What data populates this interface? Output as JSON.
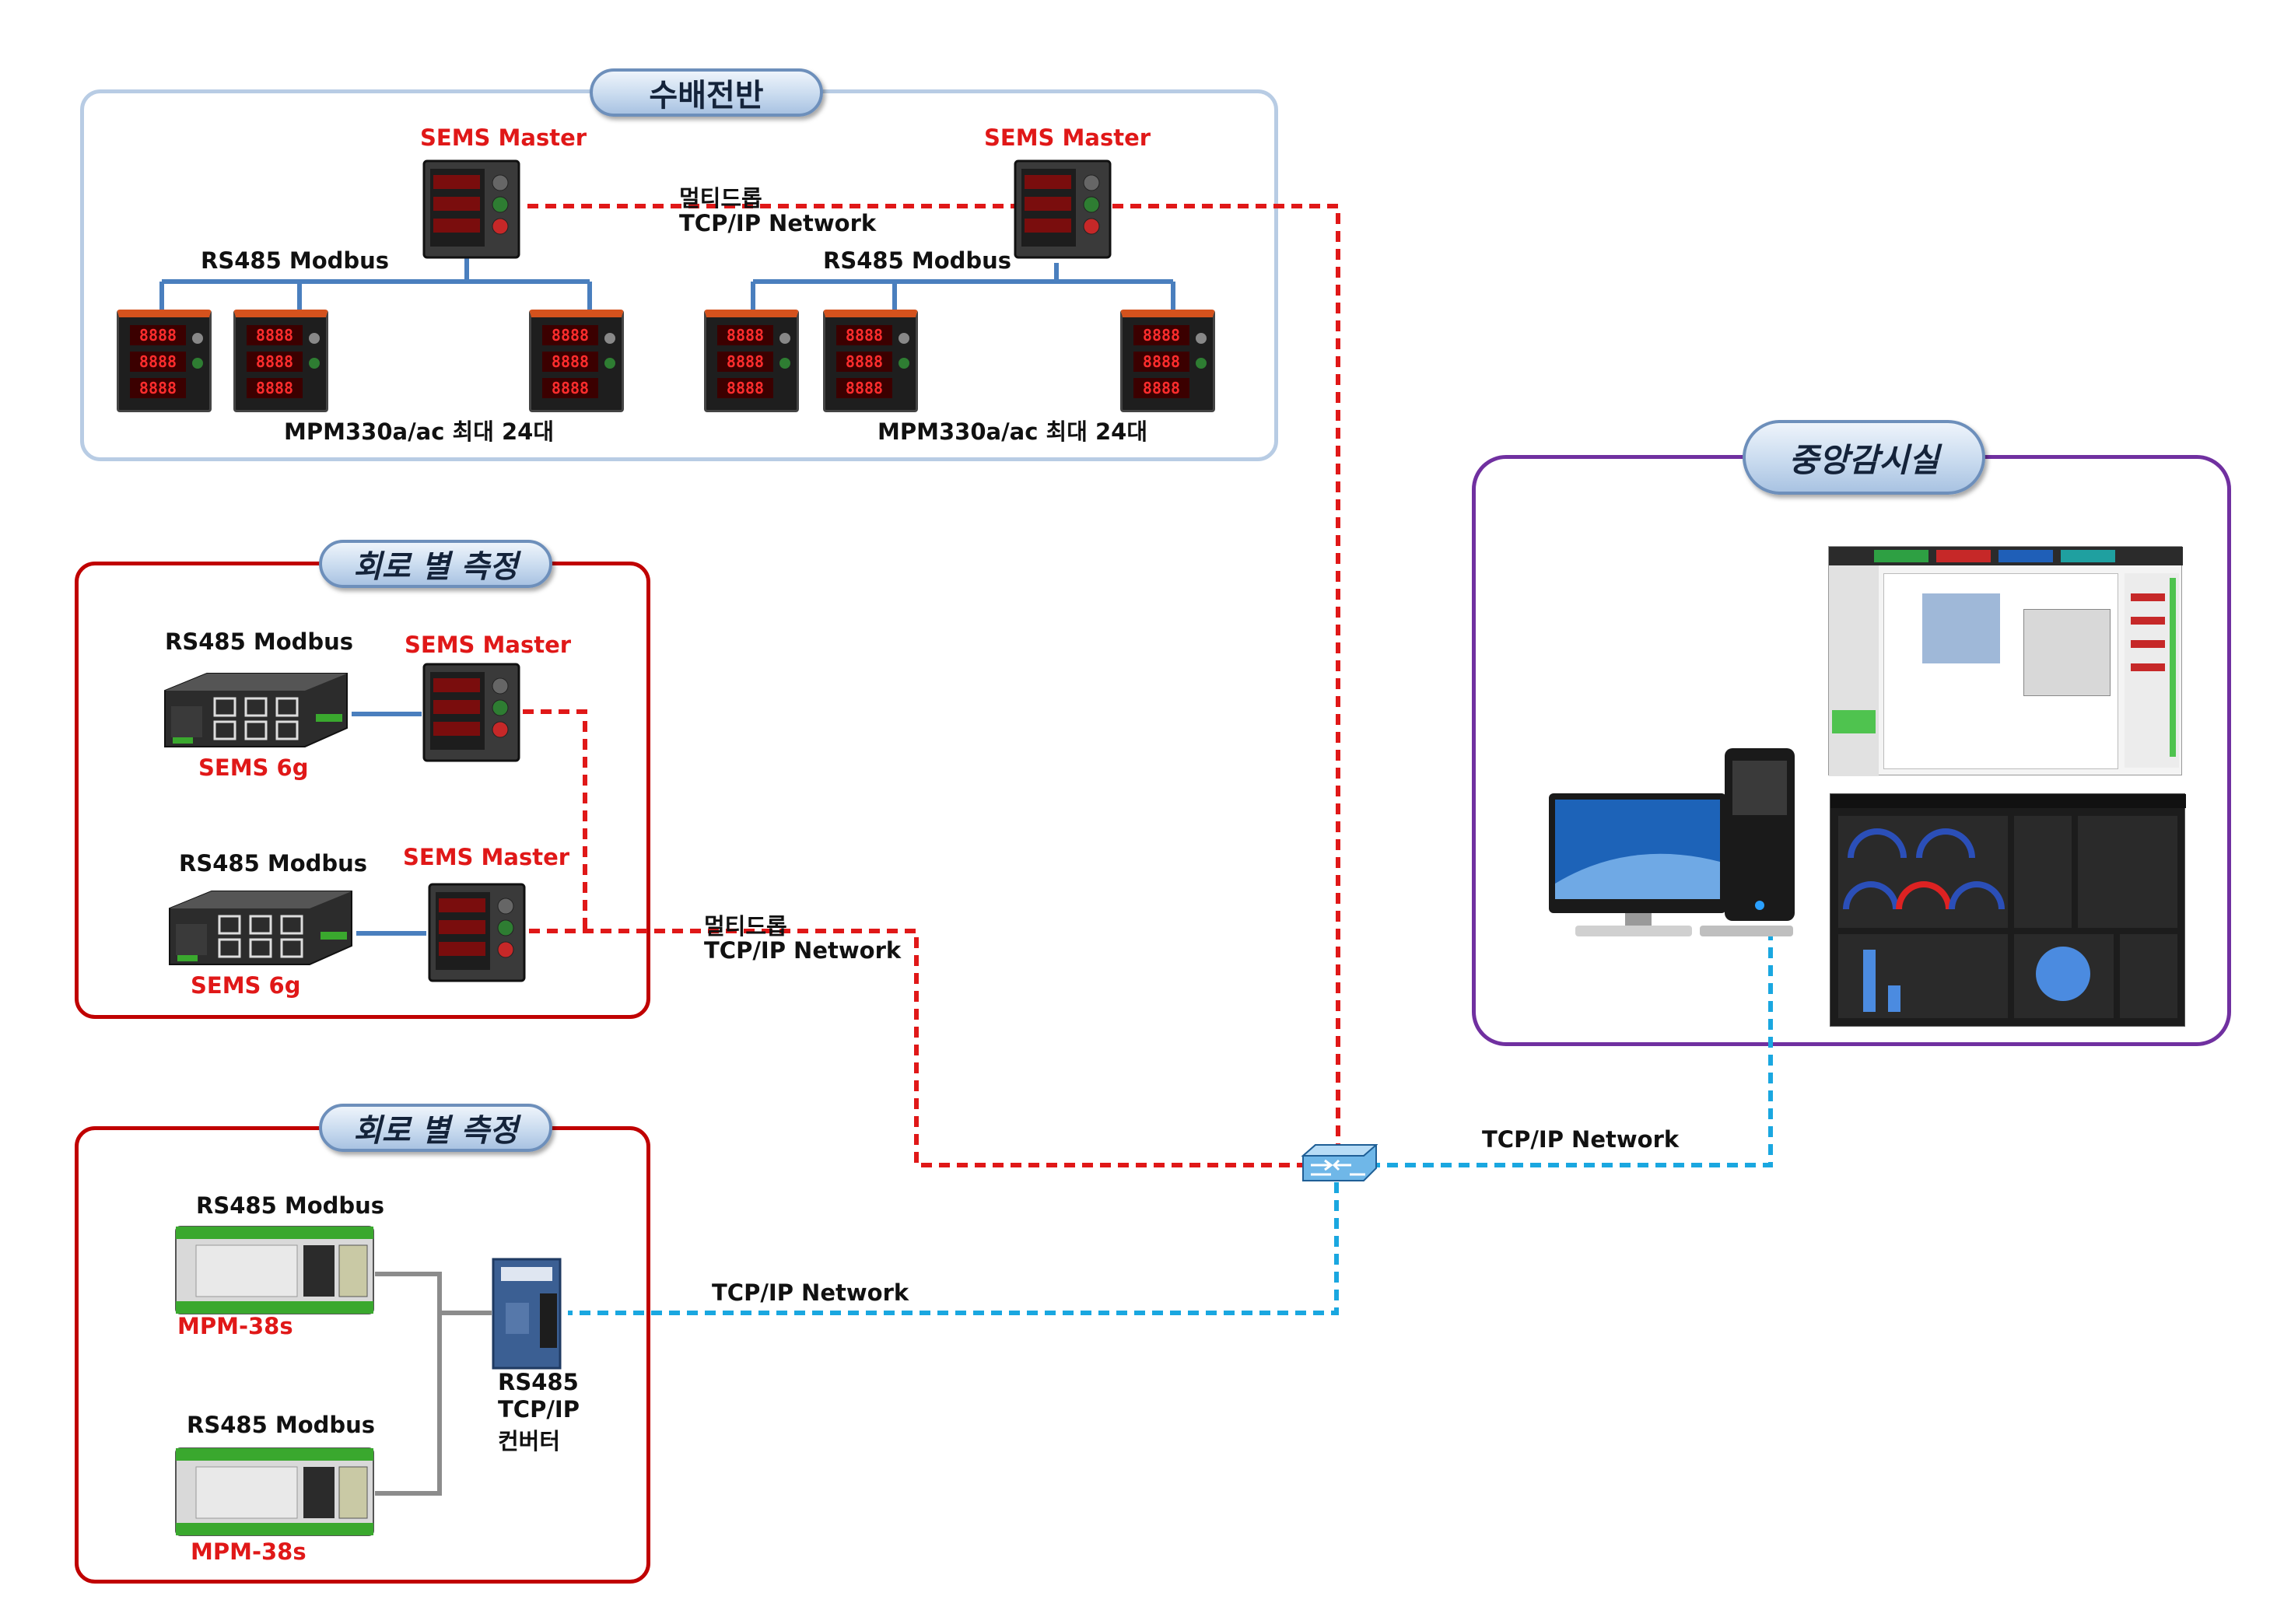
{
  "groups": {
    "switchboard": {
      "title": "수배전반"
    },
    "circuit1": {
      "title": "회로 별 측정"
    },
    "circuit2": {
      "title": "회로 별 측정"
    },
    "control_room": {
      "title": "중앙감시실"
    }
  },
  "labels": {
    "sems_master": "SEMS Master",
    "rs485_modbus": "RS485 Modbus",
    "mpm330": "MPM330a/ac 최대 24대",
    "multidrop_line1": "멀티드롭",
    "multidrop_line2": "TCP/IP Network",
    "sems_6g": "SEMS 6g",
    "mpm38s": "MPM-38s",
    "converter_line1": "RS485",
    "converter_line2": "TCP/IP",
    "converter_line3": "컨버터",
    "tcpip_network": "TCP/IP Network"
  },
  "meter_display": "8888",
  "colors": {
    "red_link": "#e01818",
    "cyan_link": "#1aa7e0",
    "modbus_bus": "#4a7fbe",
    "switchboard_border": "#b8cce4",
    "circuit_border": "#c00000",
    "control_border": "#7030a0"
  },
  "icons": {
    "meter": "power-meter-icon",
    "module": "io-module-icon",
    "switch": "network-switch-icon",
    "converter": "converter-icon",
    "computer": "computer-icon"
  }
}
